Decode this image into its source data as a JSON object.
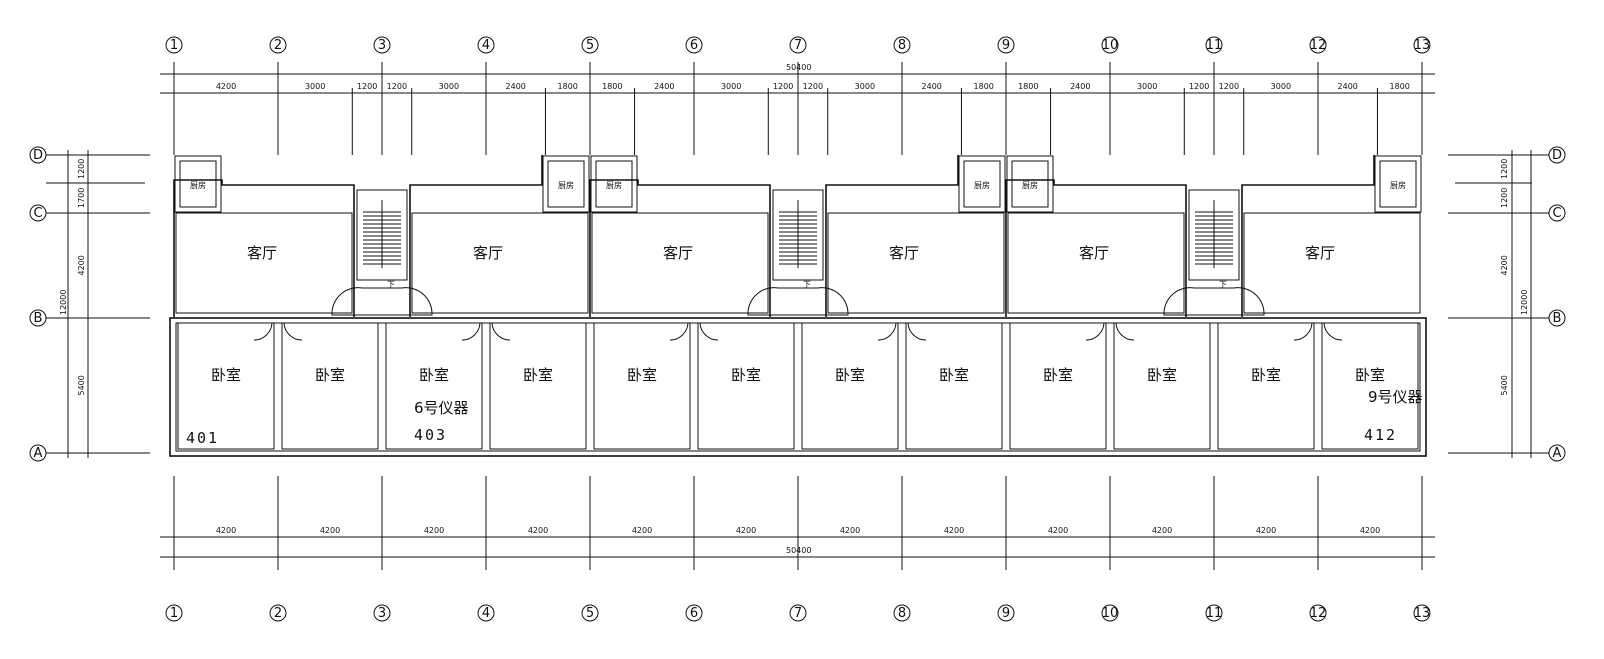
{
  "grid_labels": {
    "columns": [
      "1",
      "2",
      "3",
      "4",
      "5",
      "6",
      "7",
      "8",
      "9",
      "10",
      "11",
      "12",
      "13"
    ],
    "rows": [
      "D",
      "C",
      "B",
      "A"
    ]
  },
  "dimensions": {
    "total": "50400",
    "top_segments": [
      "4200",
      "3000",
      "1200",
      "1200",
      "3000",
      "2400",
      "1800",
      "1800",
      "2400",
      "3000",
      "1200",
      "1200",
      "3000",
      "2400",
      "1800",
      "1800",
      "2400",
      "3000",
      "1200",
      "1200",
      "3000",
      "2400",
      "1800"
    ],
    "bottom_segments": [
      "4200",
      "4200",
      "4200",
      "4200",
      "4200",
      "4200",
      "4200",
      "4200",
      "4200",
      "4200",
      "4200",
      "4200"
    ],
    "left_segments": [
      "1200",
      "1700",
      "4200",
      "5400"
    ],
    "left_total": "12000",
    "right_segments": [
      "1200",
      "1200",
      "4200",
      "5400"
    ],
    "right_total": "12000"
  },
  "rooms": {
    "living": "客厅",
    "bedroom": "卧室",
    "kitchen": "厨房",
    "stair_note": "下"
  },
  "annotations": {
    "room_401": "401",
    "room_403": "403",
    "instrument_6": "6号仪器",
    "room_412": "412",
    "instrument_9": "9号仪器"
  }
}
